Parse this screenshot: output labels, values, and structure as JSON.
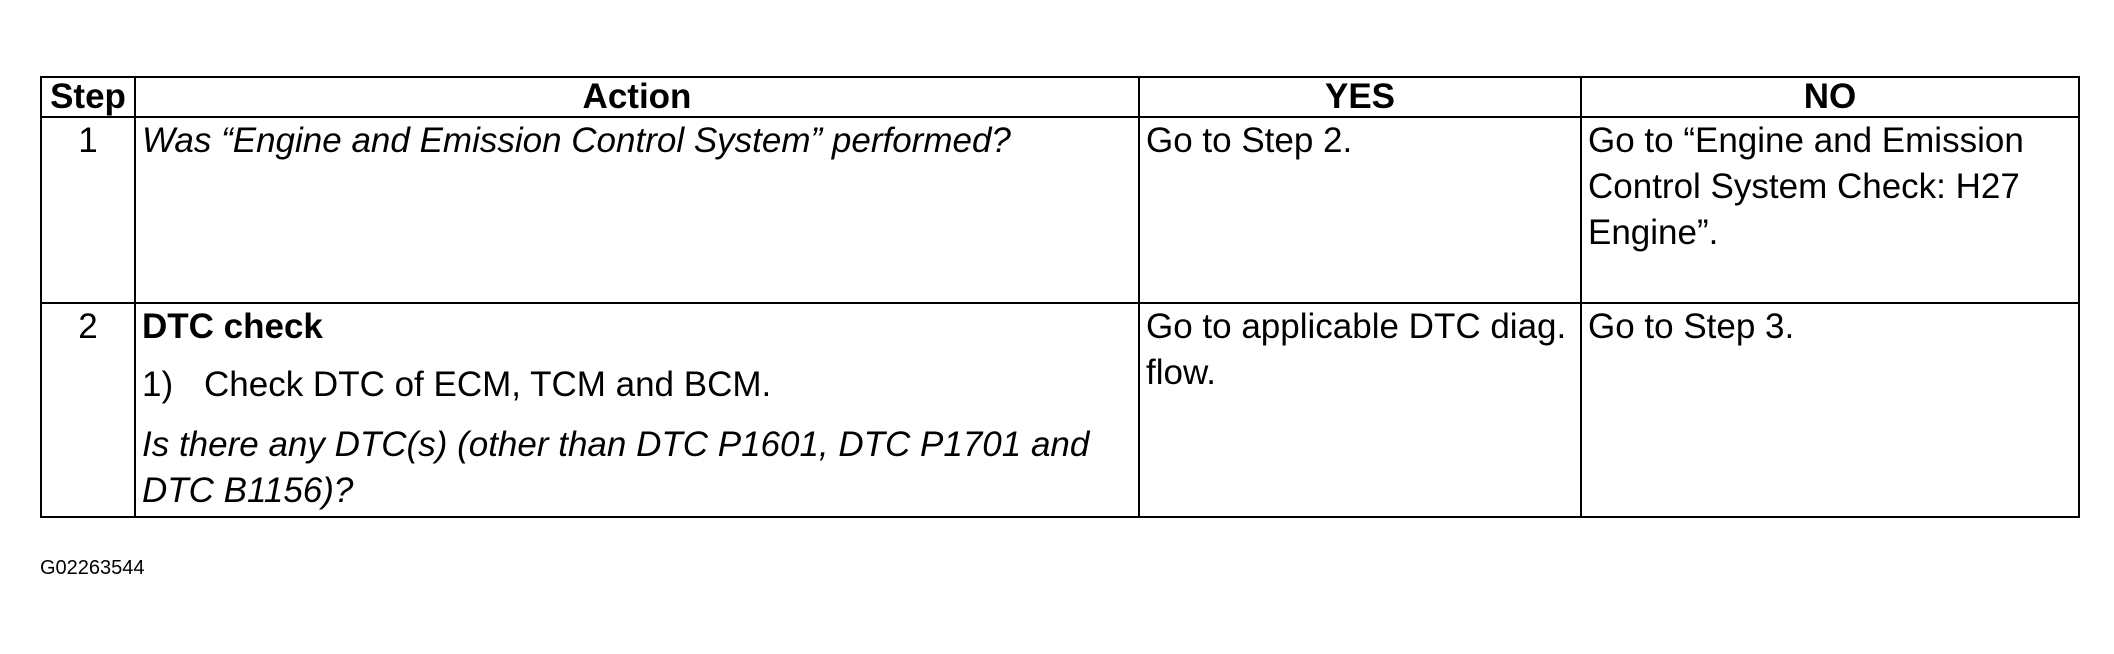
{
  "table": {
    "headers": {
      "step": "Step",
      "action": "Action",
      "yes": "YES",
      "no": "NO"
    },
    "rows": [
      {
        "step": "1",
        "action_question": "Was “Engine and Emission Control System” performed?",
        "yes": "Go to Step 2.",
        "no": "Go to “Engine and Emission Control System Check: H27 Engine”."
      },
      {
        "step": "2",
        "action_title": "DTC check",
        "substep_number": "1)",
        "substep_text": "Check DTC of ECM, TCM and BCM.",
        "action_question": "Is there any DTC(s) (other than DTC P1601, DTC P1701 and DTC B1156)?",
        "yes": "Go to applicable DTC diag. flow.",
        "no": "Go to Step 3."
      }
    ]
  },
  "figure_id": "G02263544"
}
